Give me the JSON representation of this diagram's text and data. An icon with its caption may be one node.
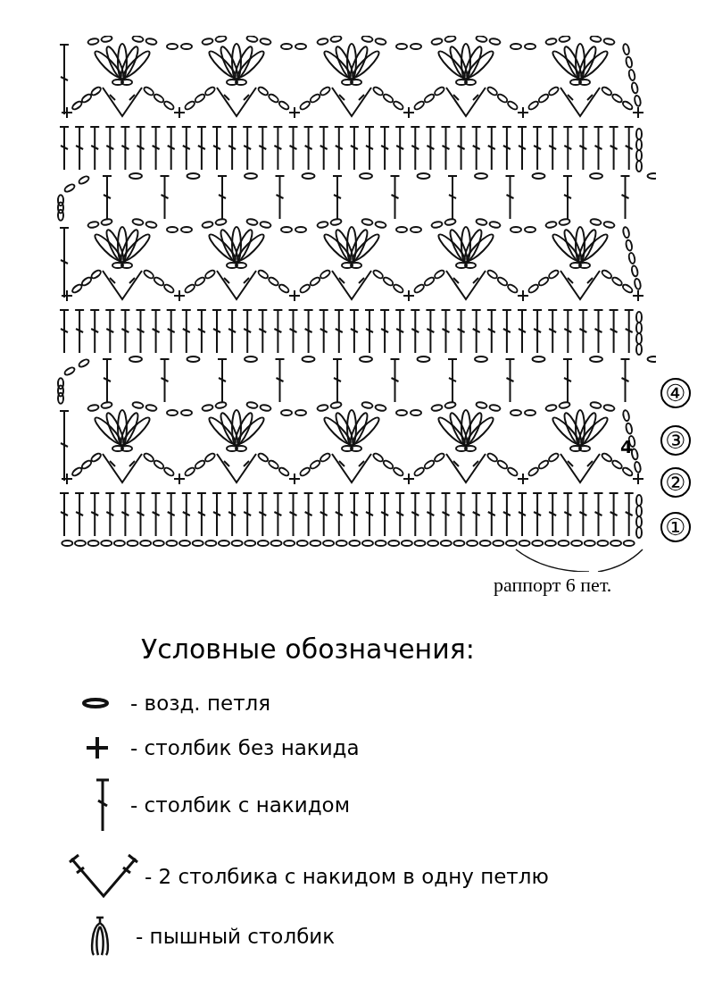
{
  "diagram": {
    "title": "Условные обозначения:",
    "labels": [
      "④",
      "③",
      "②",
      "①",
      "4",
      "раппорт 6 пет."
    ],
    "legend": [
      {
        "text": "- возд. петля"
      },
      {
        "text": "- столбик без накида"
      },
      {
        "text": "- столбик с накидом"
      },
      {
        "text": "- 2 столбика с накидом в одну петлю"
      },
      {
        "text": "- пышный столбик"
      }
    ]
  }
}
